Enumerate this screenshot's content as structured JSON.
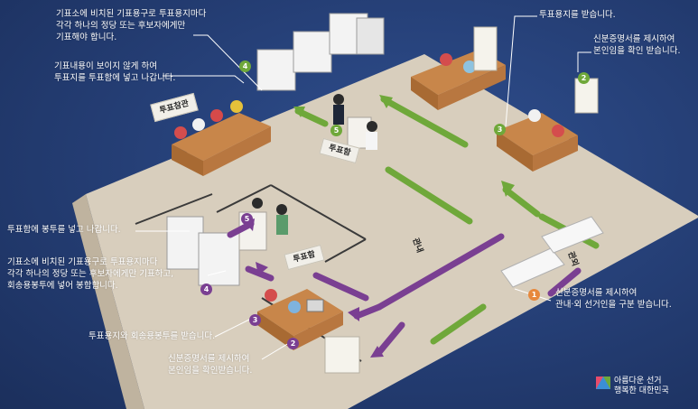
{
  "captions": {
    "c1": "기표소에 비치된 기표용구로 투표용지마다\n각각 하나의 정당 또는 후보자에게만\n기표해야 합니다.",
    "c2": "기표내용이 보이지 않게 하여\n투표지를 투표함에 넣고 나갑니다.",
    "c3": "투표용지를 받습니다.",
    "c4": "신분증명서를 제시하여\n본인임을 확인 받습니다.",
    "c5": "투표함에 봉투를 넣고 나갑니다.",
    "c6": "기표소에 비치된 기표용구로 투표용지마다\n각각 하나의 정당 또는 후보자에게만 기표하고,\n회송용봉투에 넣어 봉함합니다.",
    "c7": "투표용지와 회송용봉투를 받습니다.",
    "c8": "신분증명서를 제시하여\n본인임을 확인받습니다.",
    "c9": "신분증명서를 제시하여\n관내·외 선거인을 구분 받습니다."
  },
  "steps": {
    "green_4": "4",
    "green_5": "5",
    "green_3": "3",
    "green_2": "2",
    "purple_5": "5",
    "purple_4": "4",
    "purple_3": "3",
    "purple_2": "2",
    "orange_1": "1"
  },
  "signs": {
    "observers": "투표참관",
    "ballot_box_top": "투표함",
    "ballot_box_bottom": "투표함",
    "in_district": "관내",
    "out_district": "관외"
  },
  "logo": {
    "text": "아름다운 선거\n행복한 대한민국"
  },
  "colors": {
    "background": "#243d73",
    "floor": "#d9cfbf",
    "green_arrow": "#6fa83a",
    "purple_arrow": "#7a3f92",
    "orange_badge": "#e7883c"
  }
}
